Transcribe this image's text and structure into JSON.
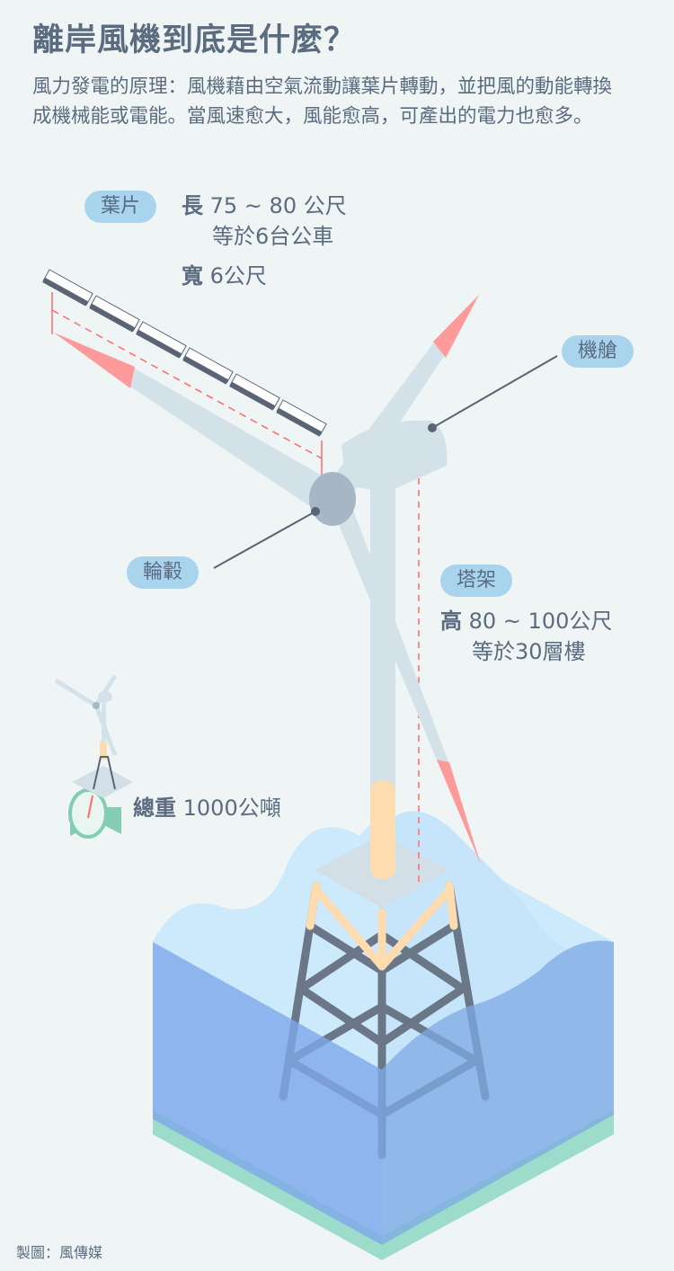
{
  "title": "離岸風機到底是什麼？",
  "intro": "風力發電的原理：風機藉由空氣流動讓葉片轉動，並把風的動能轉換成機械能或電能。當風速愈大，風能愈高，可產出的電力也愈多。",
  "labels": {
    "blade": {
      "name": "葉片",
      "length_key": "長",
      "length_value": "75 ~ 80 公尺",
      "length_compare": "等於6台公車",
      "width_key": "寬",
      "width_value": "6公尺"
    },
    "nacelle": {
      "name": "機艙"
    },
    "hub": {
      "name": "輪轂"
    },
    "tower": {
      "name": "塔架",
      "height_key": "高",
      "height_value": "80 ~ 100公尺",
      "height_compare": "等於30層樓"
    },
    "weight": {
      "key": "總重",
      "value": "1000公噸"
    }
  },
  "credit": "製圖：風傳媒",
  "colors": {
    "background": "#eff5f5",
    "text": "#5b6b80",
    "pill": "#a8d4ee",
    "blade": "#d3e1e9",
    "blade_tip": "#ff9a9a",
    "water_back": "#cdeafc",
    "water_front": "#8fb8ec",
    "seabed": "#9ddccb",
    "tower_base": "#fedcaf"
  }
}
